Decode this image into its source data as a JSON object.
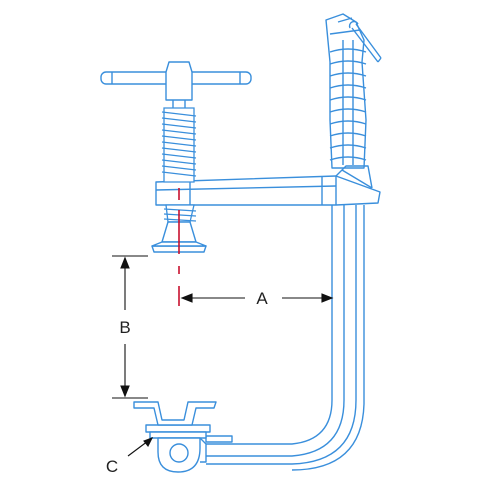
{
  "labels": {
    "a": "A",
    "b": "B",
    "c": "C"
  },
  "colors": {
    "outline": "#3a8fdc",
    "centerline": "#c8102e",
    "dimension": "#111111",
    "background": "#ffffff"
  }
}
